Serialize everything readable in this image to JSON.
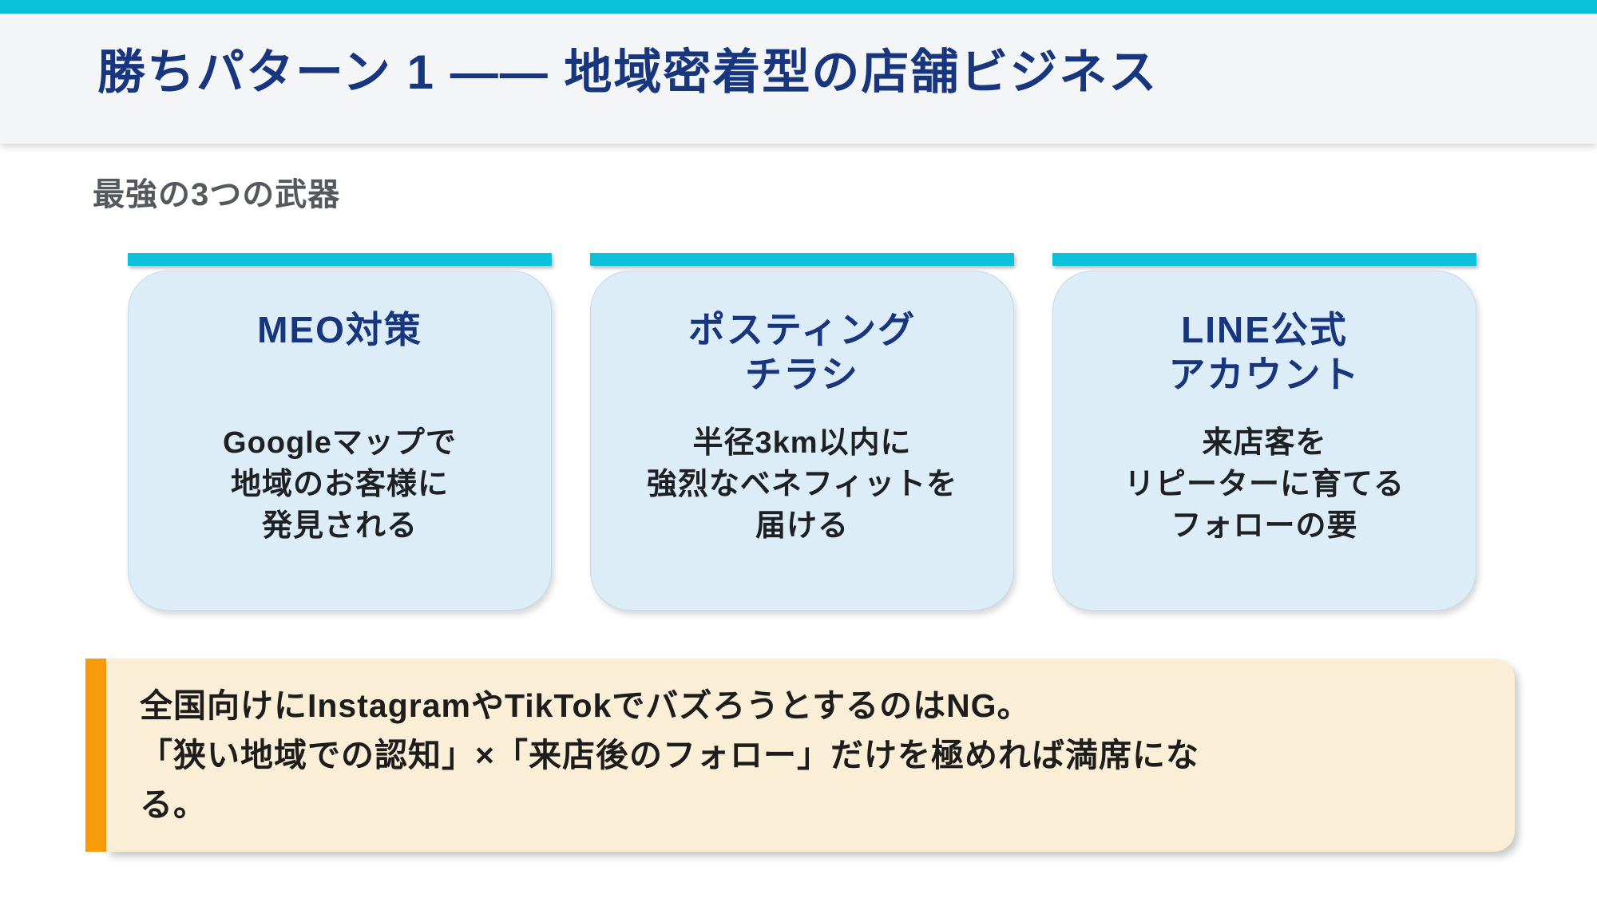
{
  "slide": {
    "colors": {
      "accent_cyan": "#0bc2da",
      "title_navy": "#17367e",
      "accent_orange": "#f89b0a",
      "card_bg": "#ddedf8",
      "callout_bg": "#fbeed6",
      "header_bg": "#f3f5f6"
    }
  },
  "header": {
    "title": "勝ちパターン 1 ―― 地域密着型の店舗ビジネス"
  },
  "section": {
    "subtitle": "最強の3つの武器"
  },
  "cards": [
    {
      "title": [
        "MEO対策"
      ],
      "body": [
        "Googleマップで",
        "地域のお客様に",
        "発見される"
      ]
    },
    {
      "title": [
        "ポスティング",
        "チラシ"
      ],
      "body": [
        "半径3km以内に",
        "強烈なベネフィットを",
        "届ける"
      ]
    },
    {
      "title": [
        "LINE公式",
        "アカウント"
      ],
      "body": [
        "来店客を",
        "リピーターに育てる",
        "フォローの要"
      ]
    }
  ],
  "callout": {
    "lines": [
      "全国向けにInstagramやTikTokでバズろうとするのはNG。",
      "「狭い地域での認知」×「来店後のフォロー」だけを極めれば満席にな",
      "る。"
    ]
  }
}
